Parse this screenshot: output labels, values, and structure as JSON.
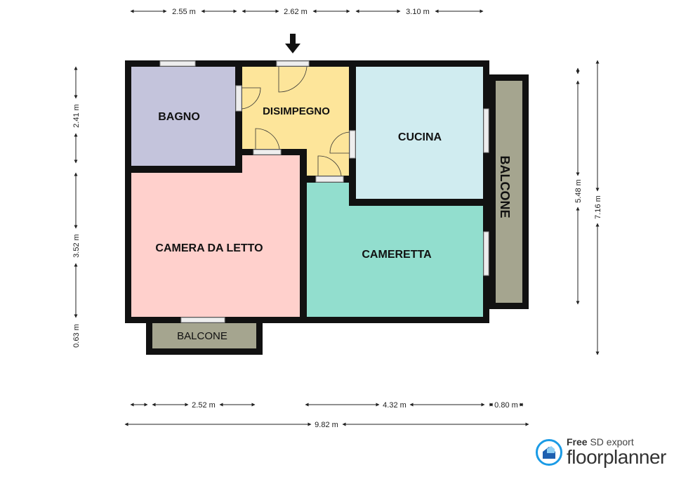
{
  "rooms": {
    "bagno": {
      "label": "BAGNO",
      "color": "#c4c4dc"
    },
    "disimpegno": {
      "label": "DISIMPEGNO",
      "color": "#fde59a"
    },
    "cucina": {
      "label": "CUCINA",
      "color": "#d0ecf0"
    },
    "camera": {
      "label": "CAMERA DA LETTO",
      "color": "#ffd0cc"
    },
    "cameretta": {
      "label": "CAMERETTA",
      "color": "#92dece"
    },
    "balcone_right": {
      "label": "BALCONE",
      "color": "#a5a58f"
    },
    "balcone_bottom": {
      "label": "BALCONE",
      "color": "#a5a58f"
    }
  },
  "dimensions": {
    "top": [
      "2.55 m",
      "2.62 m",
      "3.10 m"
    ],
    "left": [
      "2.41 m",
      "3.52 m",
      "0.63 m"
    ],
    "right": [
      "5.48 m",
      "7.16 m"
    ],
    "bottom": [
      "2.52 m",
      "4.32 m",
      "0.80 m"
    ],
    "total": "9.82 m"
  },
  "logo": {
    "prefix": "Free",
    "suffix": "SD export",
    "brand": "floorplanner",
    "color": "#1a9be6"
  }
}
